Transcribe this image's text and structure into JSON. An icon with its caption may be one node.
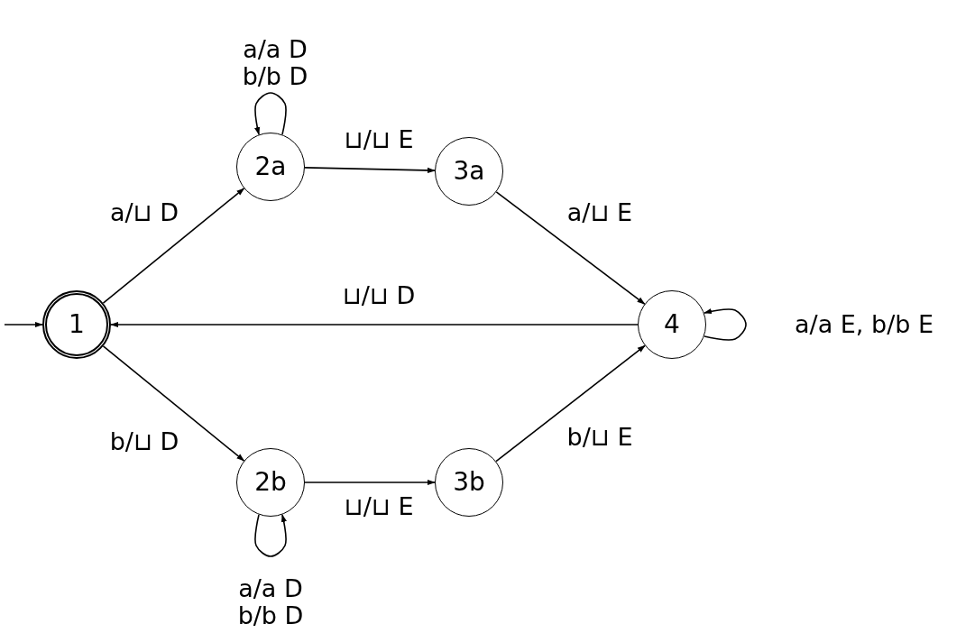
{
  "diagram": {
    "nodes": [
      {
        "text": [
          "1"
        ]
      },
      {
        "text": [
          "2a"
        ]
      },
      {
        "text": [
          "3a"
        ]
      },
      {
        "text": [
          "4"
        ]
      },
      {
        "text": [
          "2b"
        ]
      },
      {
        "text": [
          "3b"
        ]
      }
    ],
    "edges": [
      {
        "from": null,
        "to": 0,
        "arrow": "to"
      },
      {
        "from": 0,
        "to": 1,
        "arrow": "to",
        "label": "a/⊔ D"
      },
      {
        "from": 1,
        "to": 1,
        "arrow": "to",
        "label": "a/a D b/b D"
      },
      {
        "from": 1,
        "to": 2,
        "arrow": "to",
        "label": "⊔/⊔ E"
      },
      {
        "from": 2,
        "to": 3,
        "arrow": "to",
        "label": "a/⊔ E"
      },
      {
        "from": 3,
        "to": 0,
        "arrow": "to",
        "label": "⊔/⊔ D"
      },
      {
        "from": 3,
        "to": 3,
        "arrow": "to",
        "label": "a/a E, b/b E"
      },
      {
        "from": 0,
        "to": 4,
        "arrow": "to",
        "label": "b/⊔ D"
      },
      {
        "from": 4,
        "to": 4,
        "arrow": "to",
        "label": "a/a D b/b D"
      },
      {
        "from": 4,
        "to": 5,
        "arrow": "to",
        "label": "⊔/⊔ E"
      },
      {
        "from": 5,
        "to": 3,
        "arrow": "to",
        "label": "b/⊔ E"
      }
    ]
  }
}
